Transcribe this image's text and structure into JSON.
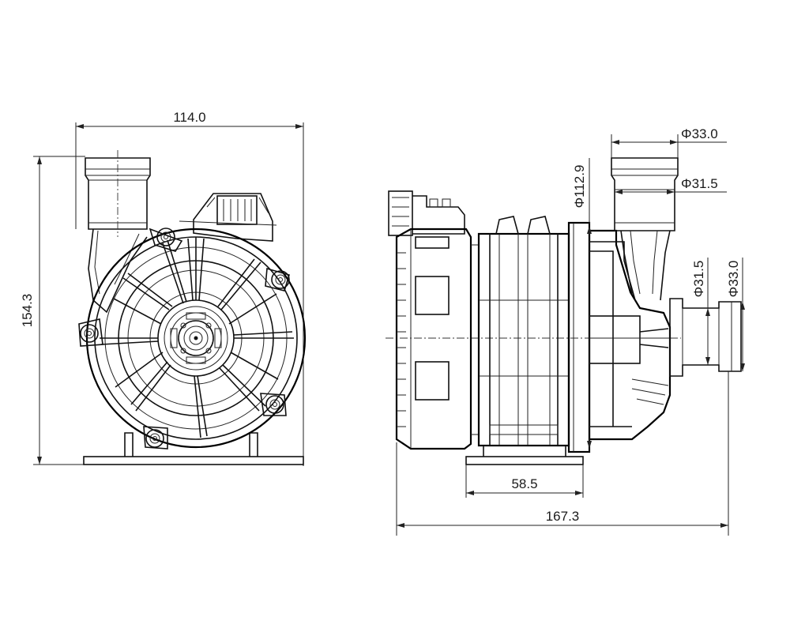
{
  "front_view": {
    "width_dim": "114.0",
    "height_dim": "154.3"
  },
  "side_view": {
    "outlet_outer_dia": "Φ33.0",
    "outlet_inner_dia": "Φ31.5",
    "body_dia": "Φ112.9",
    "inlet_inner_dia": "Φ31.5",
    "inlet_outer_dia": "Φ33.0",
    "base_width_dim": "58.5",
    "total_length_dim": "167.3"
  }
}
